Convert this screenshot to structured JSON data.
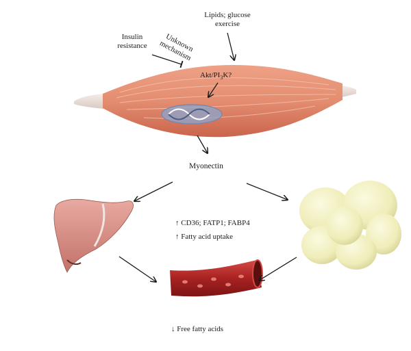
{
  "labels": {
    "lipids_line1": "Lipids; glucose",
    "lipids_line2": "exercise",
    "insulin_line1": "Insulin",
    "insulin_line2": "resistance",
    "unknown_line1": "Unknown",
    "unknown_line2": "mechanism",
    "akt_prefix": "Akt/PI",
    "akt_sub": "3",
    "akt_suffix": "K?",
    "myonectin": "Myonectin",
    "cd36": "↑ CD36; FATP1; FABP4",
    "fatty_uptake": "↑ Fatty acid uptake",
    "free_fatty": "↓ Free fatty acids"
  },
  "colors": {
    "muscle": "#e48d70",
    "muscle_dark": "#c9654c",
    "tendon": "#ebe0db",
    "nucleus": "#8aa6cf",
    "liver": "#d98f86",
    "adipocyte": "#f2f0bd",
    "vessel": "#b52a2a",
    "arrow": "#1a1a1a"
  }
}
